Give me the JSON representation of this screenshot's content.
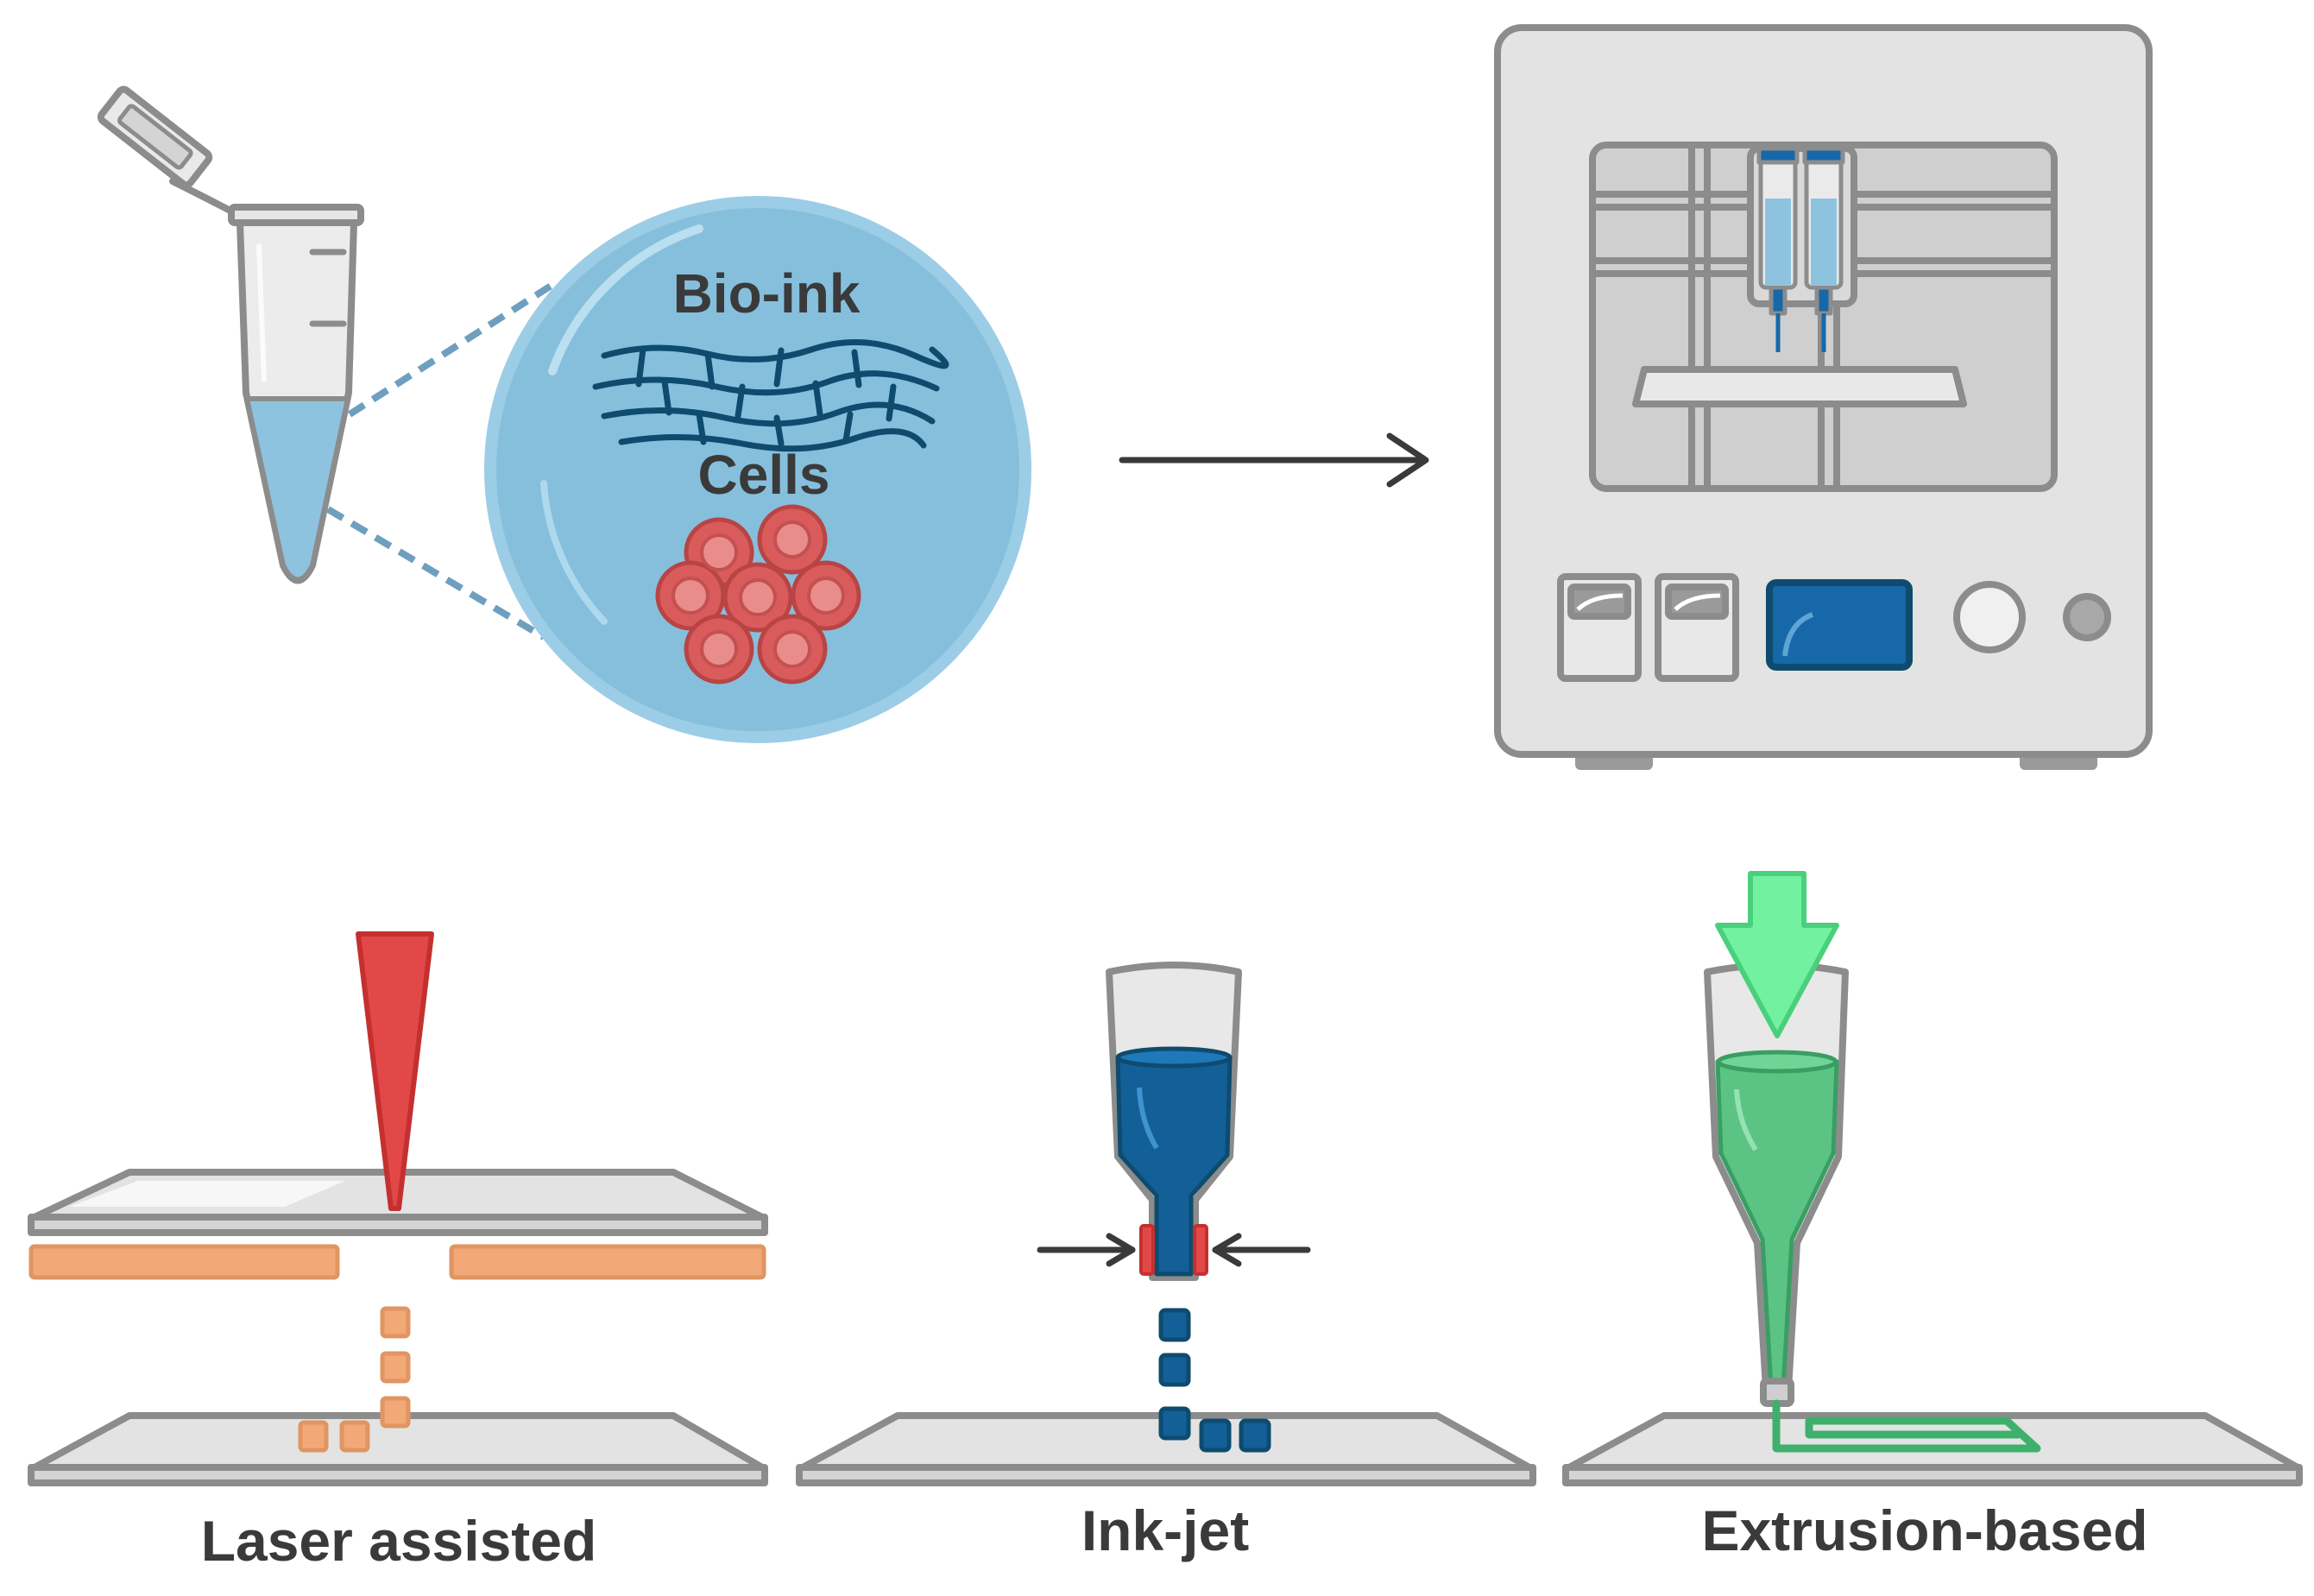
{
  "labels": {
    "bioink": "Bio-ink",
    "cells": "Cells",
    "laser": "Laser assisted",
    "inkjet": "Ink-jet",
    "extrusion": "Extrusion-based"
  },
  "colors": {
    "outline": "#8c8c8c",
    "gray_light": "#e3e3e3",
    "liquid_blue": "#8ec3e0",
    "circle_blue": "#86bfdc",
    "fiber_blue": "#0e4b6e",
    "cell_red": "#d95b5b",
    "laser_red": "#e34848",
    "orange": "#f2a877",
    "ink_blue": "#135f97",
    "green": "#5bc484",
    "arrow_green": "#72f2a0",
    "screen_blue": "#1768a8",
    "text": "#3a3a3a"
  },
  "icons": [
    "microtube-icon",
    "magnifier-circle-icon",
    "bioprinter-icon",
    "laser-beam-icon",
    "inkjet-nozzle-icon",
    "extrusion-syringe-icon",
    "press-arrow-icon"
  ]
}
